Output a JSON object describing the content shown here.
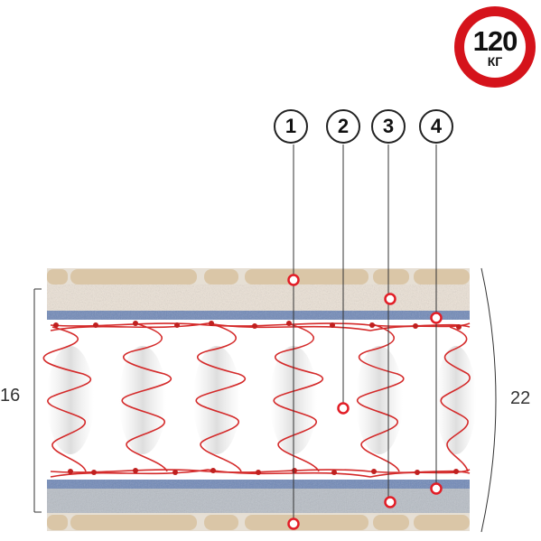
{
  "badge": {
    "value": "120",
    "unit": "КГ",
    "ring_color": "#d5131b"
  },
  "callouts": [
    "1",
    "2",
    "3",
    "4"
  ],
  "dimensions": {
    "core_height": "16",
    "total_height": "22"
  },
  "colors": {
    "felt": "#e9dccd",
    "latex": "#dcc7a9",
    "spring": "#d42a2a",
    "blue_layer": "#5a74a8",
    "bottom_layer": "#b5bcc6",
    "marker": "#e21d26"
  }
}
